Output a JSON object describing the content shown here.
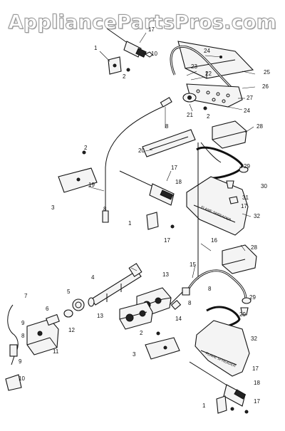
{
  "watermark": "AppliancePartsPros.com",
  "callouts": [
    {
      "id": "c1",
      "text": "17"
    },
    {
      "id": "c2",
      "text": "10"
    },
    {
      "id": "c3",
      "text": "1"
    },
    {
      "id": "c4",
      "text": "2"
    },
    {
      "id": "c5",
      "text": "24"
    },
    {
      "id": "c6",
      "text": "23"
    },
    {
      "id": "c7",
      "text": "22"
    },
    {
      "id": "c8",
      "text": "25"
    },
    {
      "id": "c9",
      "text": "26"
    },
    {
      "id": "c10",
      "text": "27"
    },
    {
      "id": "c11",
      "text": "24"
    },
    {
      "id": "c12",
      "text": "21"
    },
    {
      "id": "c13",
      "text": "2"
    },
    {
      "id": "c14",
      "text": "8"
    },
    {
      "id": "c15",
      "text": "28"
    },
    {
      "id": "c16",
      "text": "2"
    },
    {
      "id": "c17",
      "text": "20"
    },
    {
      "id": "c18",
      "text": "29"
    },
    {
      "id": "c19",
      "text": "17"
    },
    {
      "id": "c20",
      "text": "19"
    },
    {
      "id": "c21",
      "text": "18"
    },
    {
      "id": "c22",
      "text": "30"
    },
    {
      "id": "c23",
      "text": "31"
    },
    {
      "id": "c24",
      "text": "3"
    },
    {
      "id": "c25",
      "text": "17"
    },
    {
      "id": "c26",
      "text": "8"
    },
    {
      "id": "c27",
      "text": "32"
    },
    {
      "id": "c28",
      "text": "1"
    },
    {
      "id": "c29",
      "text": "17"
    },
    {
      "id": "c30",
      "text": "16"
    },
    {
      "id": "c31",
      "text": "28"
    },
    {
      "id": "c32",
      "text": "4"
    },
    {
      "id": "c33",
      "text": "15"
    },
    {
      "id": "c34",
      "text": "13"
    },
    {
      "id": "c35",
      "text": "7"
    },
    {
      "id": "c36",
      "text": "5"
    },
    {
      "id": "c37",
      "text": "8"
    },
    {
      "id": "c38",
      "text": "29"
    },
    {
      "id": "c39",
      "text": "8"
    },
    {
      "id": "c40",
      "text": "6"
    },
    {
      "id": "c41",
      "text": "9"
    },
    {
      "id": "c42",
      "text": "13"
    },
    {
      "id": "c43",
      "text": "14"
    },
    {
      "id": "c44",
      "text": "29"
    },
    {
      "id": "c45",
      "text": "12"
    },
    {
      "id": "c46",
      "text": "8"
    },
    {
      "id": "c47",
      "text": "11"
    },
    {
      "id": "c48",
      "text": "2"
    },
    {
      "id": "c49",
      "text": "32"
    },
    {
      "id": "c50",
      "text": "9"
    },
    {
      "id": "c51",
      "text": "3"
    },
    {
      "id": "c52",
      "text": "10"
    },
    {
      "id": "c53",
      "text": "17"
    },
    {
      "id": "c54",
      "text": "18"
    },
    {
      "id": "c55",
      "text": "1"
    },
    {
      "id": "c56",
      "text": "17"
    }
  ]
}
